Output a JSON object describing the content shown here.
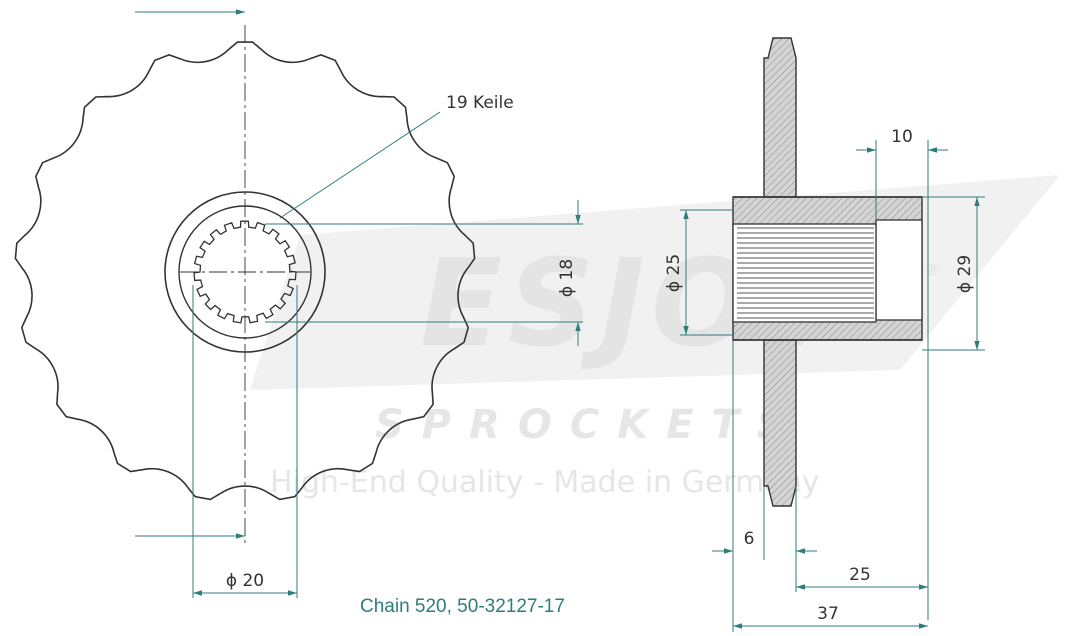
{
  "drawing": {
    "keys_label": "19 Keile",
    "dims": {
      "d18": "18",
      "d25": "25",
      "d29": "29",
      "d20": "20",
      "w10": "10",
      "w6": "6",
      "w25": "25",
      "w37": "37",
      "phi": "ϕ"
    },
    "caption": "Chain 520, 50-32127-17"
  },
  "watermark": {
    "brand": "ESJOT",
    "sub": "SPROCKETS",
    "tagline": "High-End Quality - Made in Germany",
    "reg": "®"
  },
  "colors": {
    "line": "#333333",
    "dimension": "#2e7d7a",
    "hatch_fill": "#c8c8c8",
    "watermark": "#e4e4e4"
  }
}
